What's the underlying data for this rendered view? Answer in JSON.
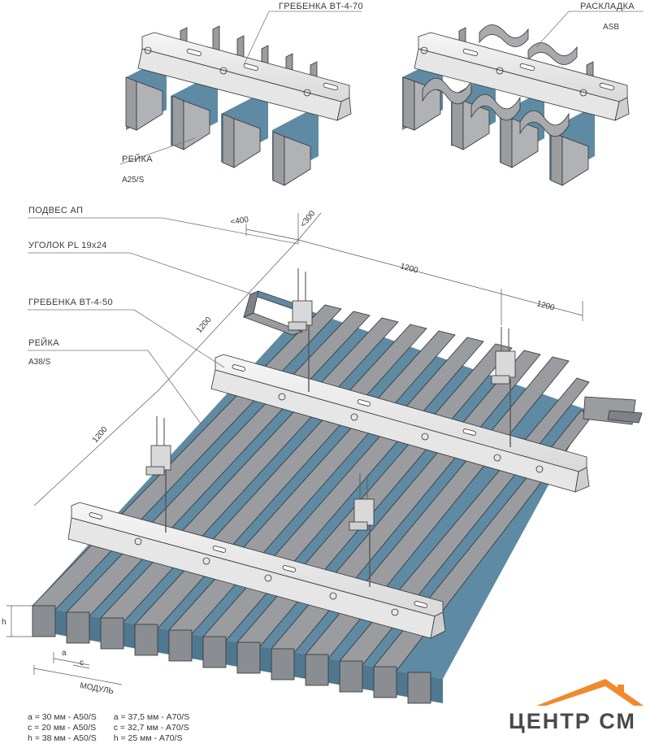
{
  "labels": {
    "comb_top": "ГРЕБЕНКА BT-4-70",
    "insert_top": "РАСКЛАДКА",
    "insert_code": "ASB",
    "rail_top": "РЕЙКА",
    "rail_top_code": "A25/S",
    "hanger": "ПОДВЕС АП",
    "angle": "УГОЛОК PL 19x24",
    "comb_main": "ГРЕБЕНКА BT-4-50",
    "rail_main": "РЕЙКА",
    "rail_main_code": "A38/S"
  },
  "dimensions": {
    "d_400": "<400",
    "d_300": "<300",
    "d_1200_top": "1200",
    "d_1200_right": "1200",
    "d_1200_diag_upper": "1200",
    "d_1200_diag_lower": "1200",
    "h": "h",
    "a": "a",
    "c": "c",
    "module": "МОДУЛЬ"
  },
  "legend": {
    "left": [
      "a = 30 мм - A50/S",
      "c = 20 мм - A50/S",
      "h = 38 мм - A50/S"
    ],
    "right": [
      "a = 37,5 мм - A70/S",
      "c = 32,7 мм - A70/S",
      "h = 25    мм - A70/S"
    ]
  },
  "brand": {
    "name": "ЦЕНТР СМ",
    "roof_color": "#f08a2c"
  },
  "colors": {
    "slat_face": "#9a9ca0",
    "slat_dark": "#7e8185",
    "gap_blue": "#5f8aa3",
    "comb": "#ececec"
  }
}
